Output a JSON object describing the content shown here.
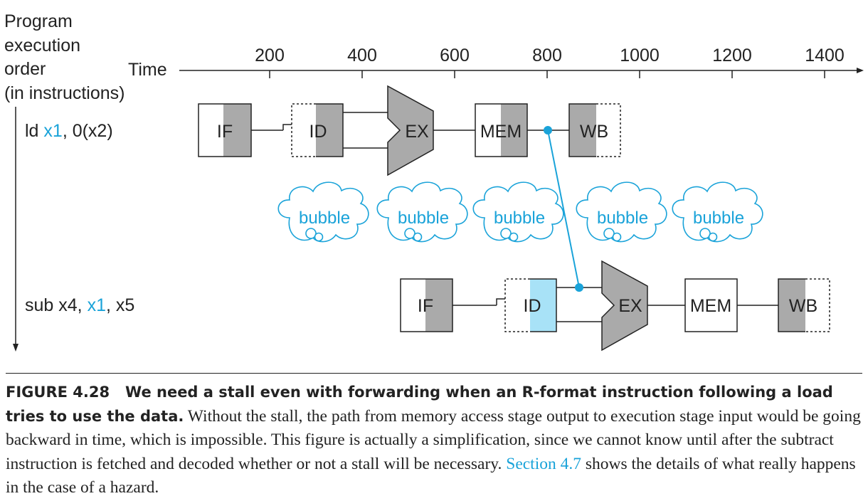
{
  "axis": {
    "order_label": [
      "Program",
      "execution",
      "order",
      "(in instructions)"
    ],
    "time_label": "Time",
    "ticks": [
      "200",
      "400",
      "600",
      "800",
      "1000",
      "1200",
      "1400"
    ]
  },
  "instructions": [
    {
      "prefix": "ld ",
      "reg": "x1",
      "suffix": ", 0(x2)"
    },
    {
      "prefix": "sub x4, ",
      "reg": "x1",
      "suffix": ", x5"
    }
  ],
  "stages": {
    "if": "IF",
    "id": "ID",
    "ex": "EX",
    "mem": "MEM",
    "wb": "WB"
  },
  "bubble_label": "bubble",
  "caption": {
    "figure_number": "FIGURE 4.28",
    "bold_title": "We need a stall even with forwarding when an R-format instruction following a load tries to use the data.",
    "text_1": " Without the stall, the path from memory access stage output to execution stage input would be going backward in time, which is impossible. This figure is actually a simplification, since we cannot know until after the subtract instruction is fetched and decoded whether or not a stall will be necessary. ",
    "link": "Section 4.7",
    "text_2": " shows the details of what really happens in the case of a hazard."
  },
  "colors": {
    "shade": "#aaaaaa",
    "forward": "#1aa3d9",
    "highlight": "#a8e2f7"
  }
}
